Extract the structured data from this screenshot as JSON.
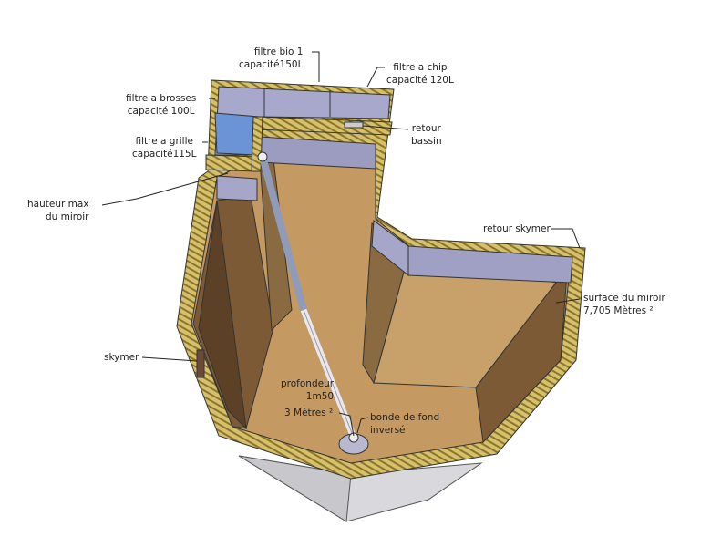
{
  "labels": {
    "filtre_bio": [
      "filtre bio 1",
      "capacité150L"
    ],
    "filtre_chip": [
      "filtre a chip",
      "capacité 120L"
    ],
    "filtre_brosses": [
      "filtre a brosses",
      "capacité 100L"
    ],
    "filtre_grille": [
      "filtre a grille",
      "capacité115L"
    ],
    "hauteur": [
      "hauteur max",
      "du miroir"
    ],
    "retour_bassin": [
      "retour",
      "bassin"
    ],
    "retour_skymer": "retour skymer",
    "surface": [
      "surface du miroir",
      "7,705 Mètres ²"
    ],
    "skymer": "skymer",
    "profondeur": [
      "profondeur",
      "1m50"
    ],
    "surface_fond": "3 Mètres ²",
    "bonde": [
      "bonde de fond",
      "inversé"
    ]
  },
  "colors": {
    "wood": "#c9b25a",
    "floor": "#c49a62",
    "wall": "#9c9cc0",
    "water": "#6a94d6",
    "base": "#d8d8dc"
  }
}
